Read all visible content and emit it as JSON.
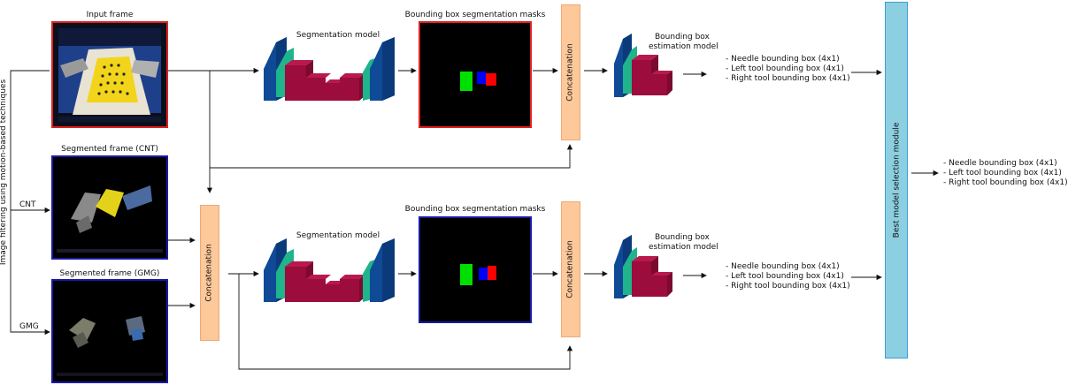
{
  "side_label": "Image filtering using motion-based techniques",
  "branch_labels": {
    "cnt": "CNT",
    "gmg": "GMG"
  },
  "frames": {
    "input": "Input frame",
    "cnt": "Segmented frame (CNT)",
    "gmg": "Segmented frame (GMG)"
  },
  "top_row": {
    "segmentation_model": "Segmentation model",
    "masks_title": "Bounding box segmentation masks",
    "concatenation": "Concatenation",
    "bbox_model_line1": "Bounding box",
    "bbox_model_line2": "estimation model",
    "outputs": [
      "- Needle bounding box (4x1)",
      "- Left tool bounding box (4x1)",
      "- Right tool bounding box (4x1)"
    ]
  },
  "bottom_row": {
    "first_concatenation": "Concatenation",
    "segmentation_model": "Segmentation model",
    "masks_title": "Bounding box segmentation masks",
    "concatenation": "Concatenation",
    "bbox_model_line1": "Bounding box",
    "bbox_model_line2": "estimation model",
    "outputs": [
      "- Needle bounding box (4x1)",
      "- Left tool bounding box (4x1)",
      "- Right tool bounding box (4x1)"
    ]
  },
  "selection_module": "Best model selection module",
  "final_outputs": [
    "- Needle bounding box (4x1)",
    "- Left tool bounding box (4x1)",
    "- Right tool bounding box (4x1)"
  ],
  "colors": {
    "frame_red": "#e02020",
    "frame_blue": "#1a1aa8",
    "model_blue": "#0e4a96",
    "model_teal": "#1fb48c",
    "model_crimson": "#9c0c3c",
    "concat_fill": "#fdc89a",
    "select_fill": "#8ccfe0",
    "mask_green": "#00e000",
    "mask_blue": "#0000ff",
    "mask_red": "#ff0000"
  }
}
